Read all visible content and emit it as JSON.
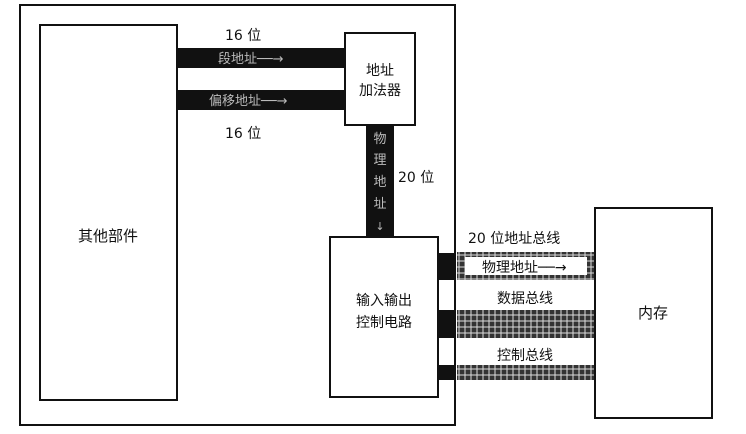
{
  "labels": {
    "other_parts": "其他部件",
    "adder_line1": "地址",
    "adder_line2": "加法器",
    "segment_address": "段地址──→",
    "offset_address": "偏移地址──→",
    "bits_16_top": "16 位",
    "bits_16_bottom": "16 位",
    "phys_v": [
      "物",
      "理",
      "地",
      "址",
      "↓"
    ],
    "bits_20": "20 位",
    "io_line1": "输入输出",
    "io_line2": "控制电路",
    "address_bus": "20 位地址总线",
    "physical_address": "物理地址──→",
    "data_bus": "数据总线",
    "control_bus": "控制总线",
    "memory": "内存"
  }
}
